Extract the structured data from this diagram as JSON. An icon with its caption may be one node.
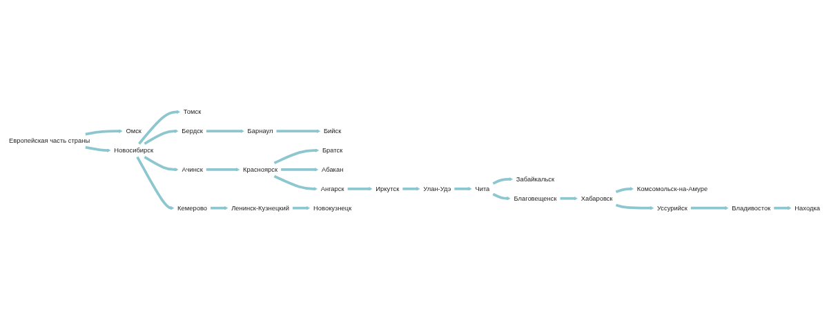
{
  "diagram": {
    "nodes": [
      {
        "text": [
          "Европейская часть страны"
        ]
      },
      {
        "text": [
          "Омск"
        ]
      },
      {
        "text": [
          "Новосибирск"
        ]
      },
      {
        "text": [
          "Томск"
        ]
      },
      {
        "text": [
          "Бердск"
        ]
      },
      {
        "text": [
          "Барнаул"
        ]
      },
      {
        "text": [
          "Бийск"
        ]
      },
      {
        "text": [
          "Ачинск"
        ]
      },
      {
        "text": [
          "Красноярск"
        ]
      },
      {
        "text": [
          "Братск"
        ]
      },
      {
        "text": [
          "Абакан"
        ]
      },
      {
        "text": [
          "Ангарск"
        ]
      },
      {
        "text": [
          "Иркутск"
        ]
      },
      {
        "text": [
          "Улан-Удэ"
        ]
      },
      {
        "text": [
          "Чита"
        ]
      },
      {
        "text": [
          "Забайкальск"
        ]
      },
      {
        "text": [
          "Благовещенск"
        ]
      },
      {
        "text": [
          "Хабаровск"
        ]
      },
      {
        "text": [
          "Комсомольск-на-Амуре"
        ]
      },
      {
        "text": [
          "Уссурийск"
        ]
      },
      {
        "text": [
          "Владивосток"
        ]
      },
      {
        "text": [
          "Находка"
        ]
      },
      {
        "text": [
          "Кемерово"
        ]
      },
      {
        "text": [
          "Ленинск-Кузнецкий"
        ]
      },
      {
        "text": [
          "Новокузнецк"
        ]
      }
    ],
    "edges": [
      {
        "from": 0,
        "to": 1,
        "arrow": "to"
      },
      {
        "from": 0,
        "to": 2,
        "arrow": "to"
      },
      {
        "from": 2,
        "to": 3,
        "arrow": "to"
      },
      {
        "from": 2,
        "to": 4,
        "arrow": "to"
      },
      {
        "from": 4,
        "to": 5,
        "arrow": "to"
      },
      {
        "from": 5,
        "to": 6,
        "arrow": "to"
      },
      {
        "from": 2,
        "to": 7,
        "arrow": "to"
      },
      {
        "from": 7,
        "to": 8,
        "arrow": "to"
      },
      {
        "from": 8,
        "to": 9,
        "arrow": "to"
      },
      {
        "from": 8,
        "to": 10,
        "arrow": "to"
      },
      {
        "from": 8,
        "to": 11,
        "arrow": "to"
      },
      {
        "from": 11,
        "to": 12,
        "arrow": "to"
      },
      {
        "from": 12,
        "to": 13,
        "arrow": "to"
      },
      {
        "from": 13,
        "to": 14,
        "arrow": "to"
      },
      {
        "from": 14,
        "to": 15,
        "arrow": "to"
      },
      {
        "from": 14,
        "to": 16,
        "arrow": "to"
      },
      {
        "from": 16,
        "to": 17,
        "arrow": "to"
      },
      {
        "from": 17,
        "to": 18,
        "arrow": "to"
      },
      {
        "from": 17,
        "to": 19,
        "arrow": "to"
      },
      {
        "from": 19,
        "to": 20,
        "arrow": "to"
      },
      {
        "from": 20,
        "to": 21,
        "arrow": "to"
      },
      {
        "from": 2,
        "to": 22,
        "arrow": "to"
      },
      {
        "from": 22,
        "to": 23,
        "arrow": "to"
      },
      {
        "from": 23,
        "to": 24,
        "arrow": "to"
      }
    ]
  }
}
